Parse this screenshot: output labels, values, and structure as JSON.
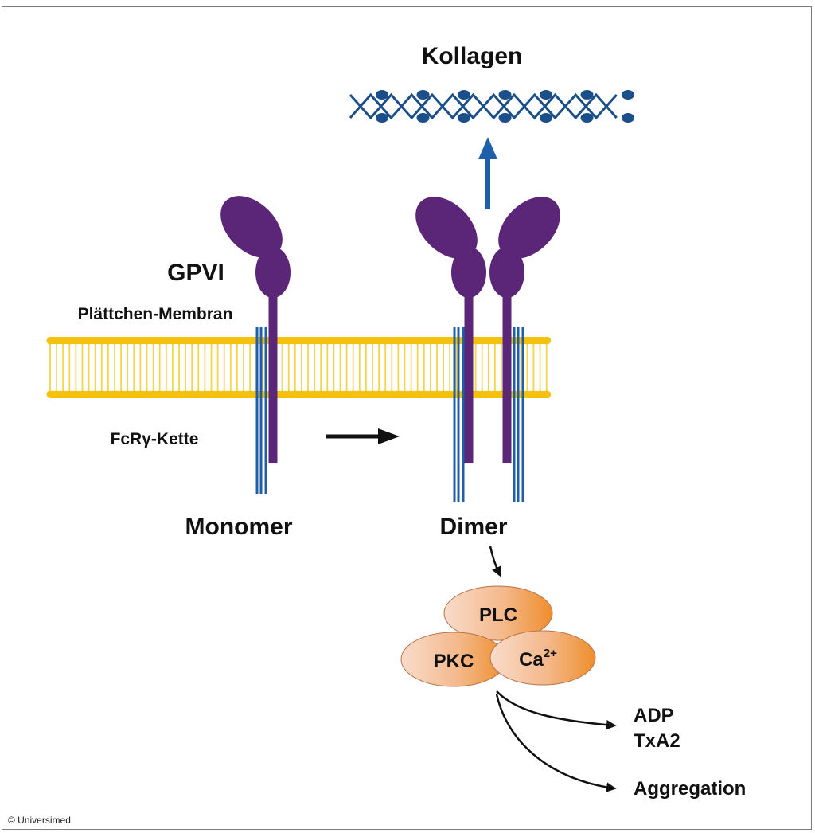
{
  "title": "Kollagen",
  "labels": {
    "gpvi": "GPVI",
    "membrane": "Plättchen-Membran",
    "chain": "FcRγ-Kette",
    "monomer": "Monomer",
    "dimer": "Dimer",
    "plc": "PLC",
    "pkc": "PKC",
    "ca": "Ca",
    "ca_sup": "2+",
    "adp": "ADP",
    "txa2": "TxA2",
    "aggregation": "Aggregation"
  },
  "copyright": "© Universimed",
  "colors": {
    "collagen": "#1b4f8a",
    "receptor": "#5b2677",
    "chain": "#1f5ea8",
    "membrane_head": "#f3c10e",
    "membrane_tail": "#f6d54a",
    "enzyme_light": "#f8d6c0",
    "enzyme_dark": "#ef9331",
    "arrow": "#111111",
    "arrow_blue": "#1f5ea8"
  }
}
